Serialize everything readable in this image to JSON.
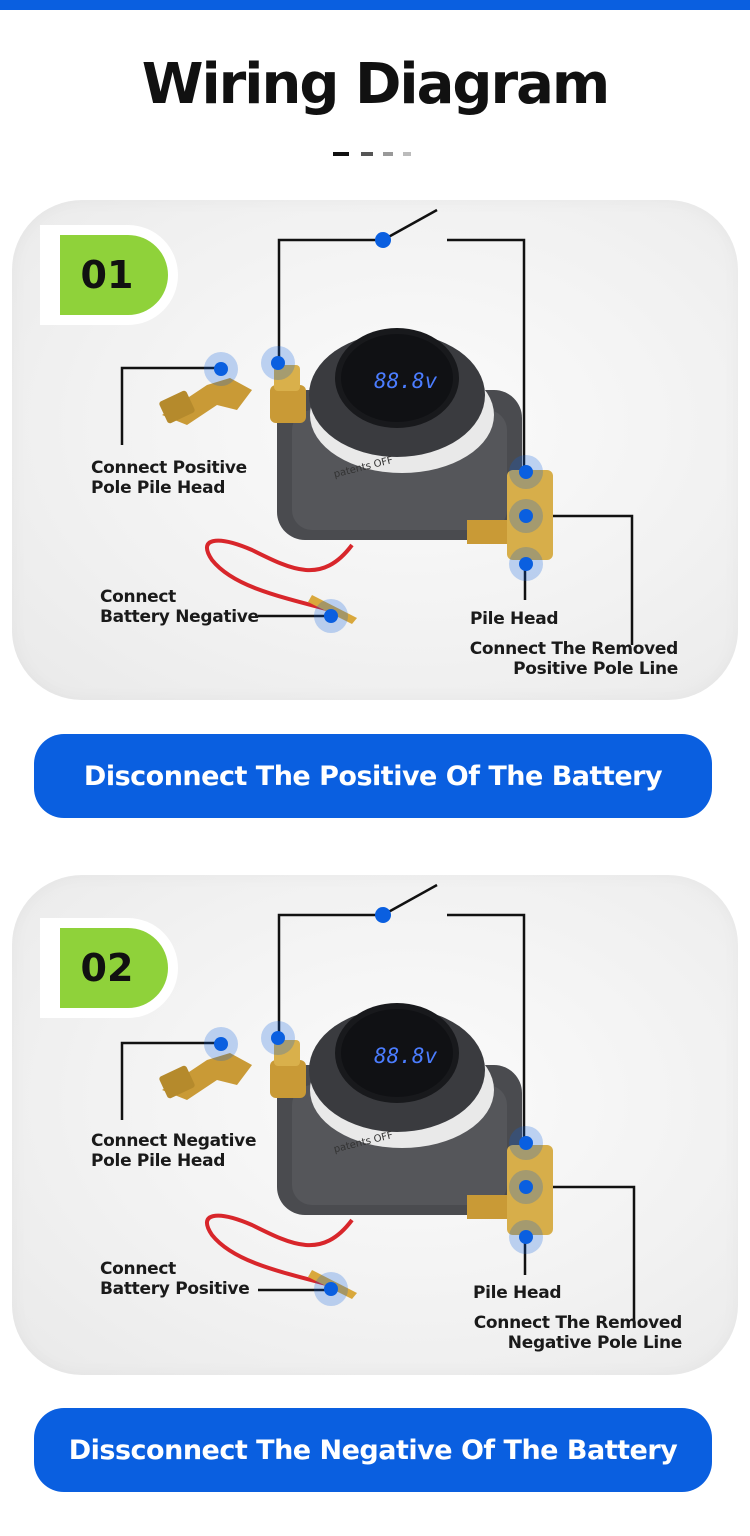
{
  "header": {
    "title": "Wiring Diagram"
  },
  "colors": {
    "accent": "#0a5fe0",
    "badge": "#8fd23a"
  },
  "sections": [
    {
      "badge": "01",
      "labels": {
        "clamp": [
          "Connect Positive",
          "Pole Pile Head"
        ],
        "wire": [
          "Connect",
          "Battery Negative"
        ],
        "pile": "Pile Head",
        "removed": [
          "Connect The Removed",
          "Positive Pole Line"
        ]
      },
      "display": "88.8v",
      "body_text": "patents OFF",
      "banner": "Disconnect The Positive Of The Battery"
    },
    {
      "badge": "02",
      "labels": {
        "clamp": [
          "Connect Negative",
          "Pole Pile Head"
        ],
        "wire": [
          "Connect",
          "Battery Positive"
        ],
        "pile": "Pile Head",
        "removed": [
          "Connect The Removed",
          "Negative Pole Line"
        ]
      },
      "display": "88.8v",
      "body_text": "patents OFF",
      "banner": "Dissconnect The Negative Of The Battery"
    }
  ]
}
